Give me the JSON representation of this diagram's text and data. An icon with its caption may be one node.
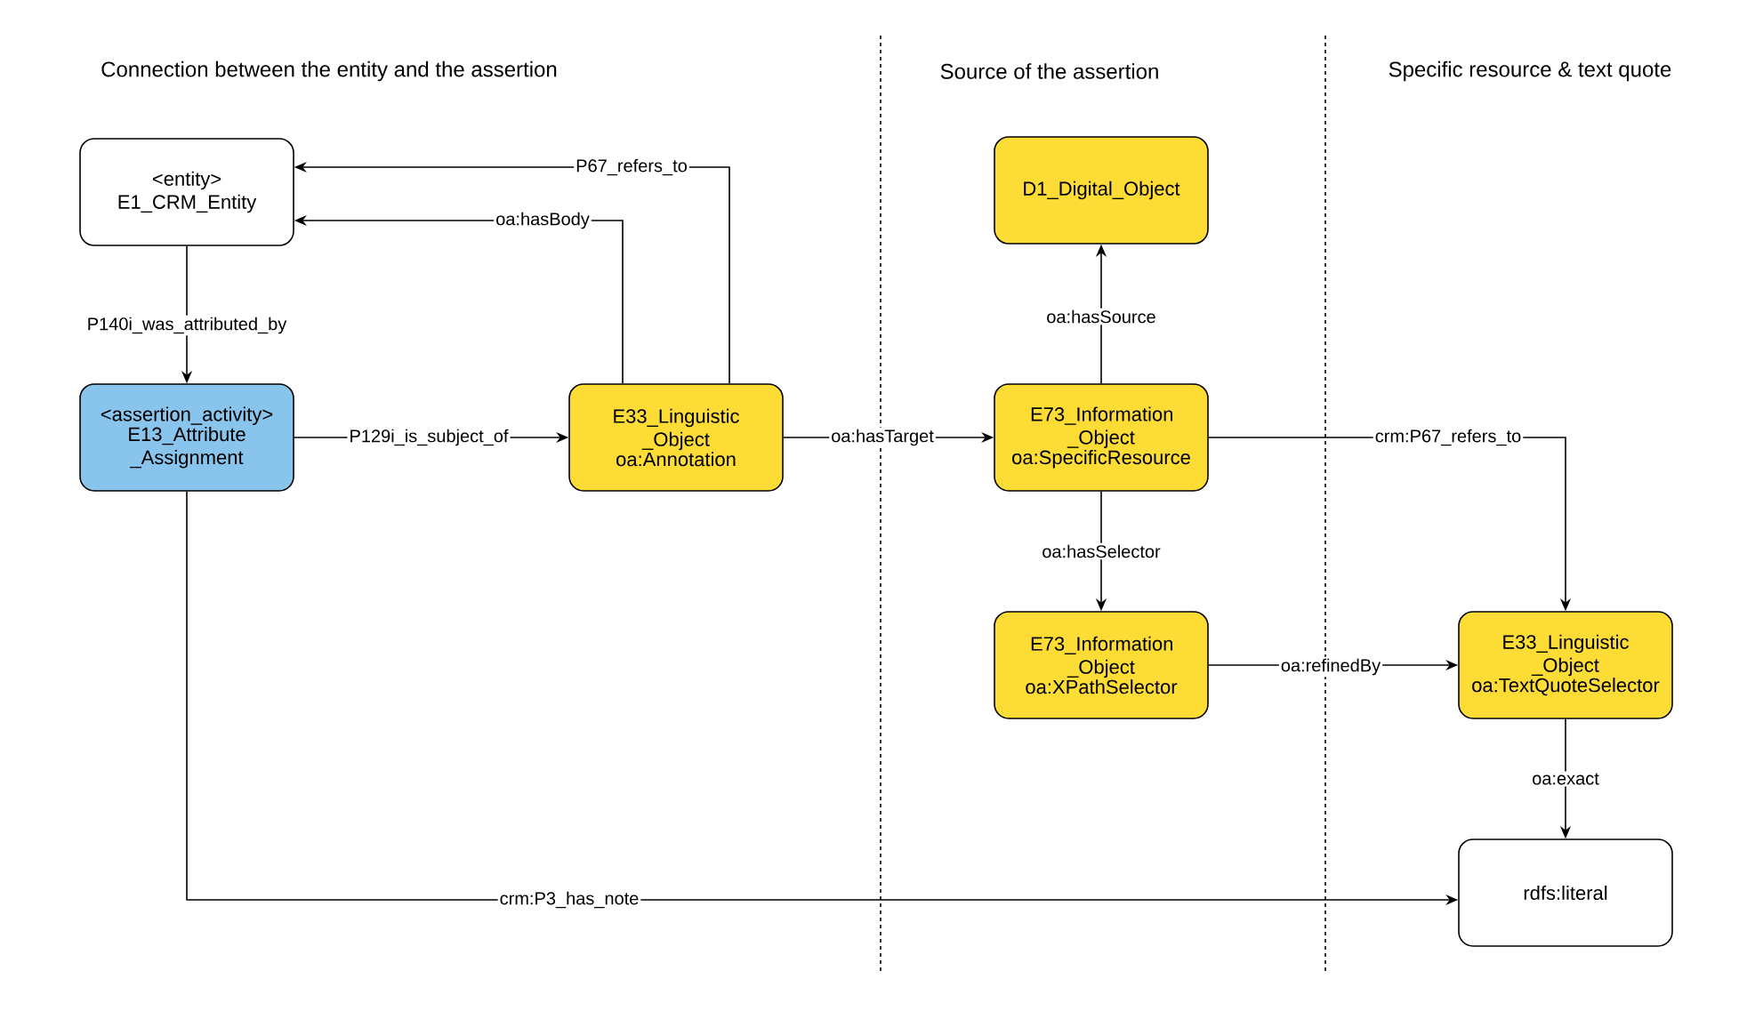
{
  "diagram": {
    "nodes": [
      {
        "text": [
          "<entity>",
          "E1_CRM_Entity"
        ]
      },
      {
        "text": [
          "<assertion_activity>",
          "E13_Attribute _Assignment"
        ]
      },
      {
        "text": [
          "E33_Linguistic _Object",
          "oa:Annotation"
        ]
      },
      {
        "text": [
          "D1_Digital_Object"
        ]
      },
      {
        "text": [
          "E73_Information _Object",
          "oa:SpecificResource"
        ]
      },
      {
        "text": [
          "E73_Information _Object",
          "oa:XPathSelector"
        ]
      },
      {
        "text": [
          "E33_Linguistic _Object",
          "oa:TextQuoteSelector"
        ]
      },
      {
        "text": [
          "rdfs:literal"
        ]
      }
    ],
    "edges": [
      {
        "from": 0,
        "to": 1,
        "arrow": "to",
        "label": "P140i_was_attributed_by"
      },
      {
        "from": 1,
        "to": 2,
        "arrow": "to",
        "label": "P129i_is_subject_of"
      },
      {
        "from": 2,
        "to": 0,
        "arrow": "to",
        "label": "oa:hasBody"
      },
      {
        "from": 2,
        "to": 0,
        "arrow": "to",
        "label": "P67_refers_to"
      },
      {
        "from": 2,
        "to": 4,
        "arrow": "to",
        "label": "oa:hasTarget"
      },
      {
        "from": 4,
        "to": 3,
        "arrow": "to",
        "label": "oa:hasSource"
      },
      {
        "from": 4,
        "to": 5,
        "arrow": "to",
        "label": "oa:hasSelector"
      },
      {
        "from": 4,
        "to": 6,
        "arrow": "to",
        "label": "crm:P67_refers_to"
      },
      {
        "from": 5,
        "to": 6,
        "arrow": "to",
        "label": "oa:refinedBy"
      },
      {
        "from": 6,
        "to": 7,
        "arrow": "to",
        "label": "oa:exact"
      },
      {
        "from": 1,
        "to": 7,
        "arrow": "to",
        "label": "crm:P3_has_note"
      }
    ],
    "labels": [
      "Connection between the entity and the assertion",
      "Source of the assertion",
      "Specific resource & text quote"
    ]
  }
}
